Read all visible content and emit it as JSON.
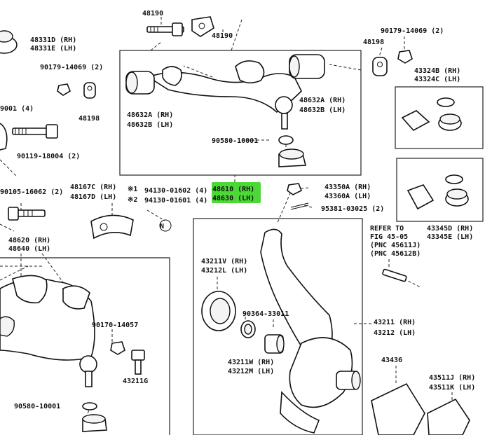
{
  "diagram": {
    "highlight_color": "#4cd836",
    "labels": {
      "p48190a": "48190",
      "p48190b": "48190",
      "p48331d": "48331D (RH)",
      "p48331e": "48331E (LH)",
      "p90179_left": "90179-14069 (2)",
      "p48198_left": "48198",
      "p90001": "9001 (4)",
      "p90119": "90119-18004 (2)",
      "p48632a_l": "48632A (RH)",
      "p48632b_l": "48632B (LH)",
      "p48632a_r": "48632A (RH)",
      "p48632b_r": "48632B (LH)",
      "p90580_upper": "90580-10001",
      "p90179_right": "90179-14069 (2)",
      "p48198_right": "48198",
      "p43324b": "43324B (RH)",
      "p43324c": "43324C (LH)",
      "p48610": "48610 (RH)",
      "p48630": "48630 (LH)",
      "p90105": "90105-16062 (2)",
      "p48167c": "48167C (RH)",
      "p48167d": "48167D (LH)",
      "mark1": "※1",
      "mark2": "※2",
      "p94130_1602": "94130-01602 (4)",
      "p94130_1601": "94130-01601 (4)",
      "p43350a": "43350A (RH)",
      "p43360a": "43360A (LH)",
      "p95381": "95381-03025 (2)",
      "note_n": "N",
      "p48620": "48620 (RH)",
      "p48640": "48640 (LH)",
      "refer1": "REFER TO",
      "refer2": "FIG 45-05",
      "refer3": "(PNC 45611J)",
      "refer4": "(PNC 45612B)",
      "p43345d": "43345D (RH)",
      "p43345e": "43345E (LH)",
      "p43211v": "43211V (RH)",
      "p43212l": "43212L (LH)",
      "p90364": "90364-33011",
      "p43211w": "43211W (RH)",
      "p43212m": "43212M (LH)",
      "p43211": "43211 (RH)",
      "p43212": "43212 (LH)",
      "p90170": "90170-14057",
      "p43211g": "43211G",
      "p90580_lower": "90580-10001",
      "p43436": "43436",
      "p43511j": "43511J (RH)",
      "p43511k": "43511K (LH)"
    }
  }
}
